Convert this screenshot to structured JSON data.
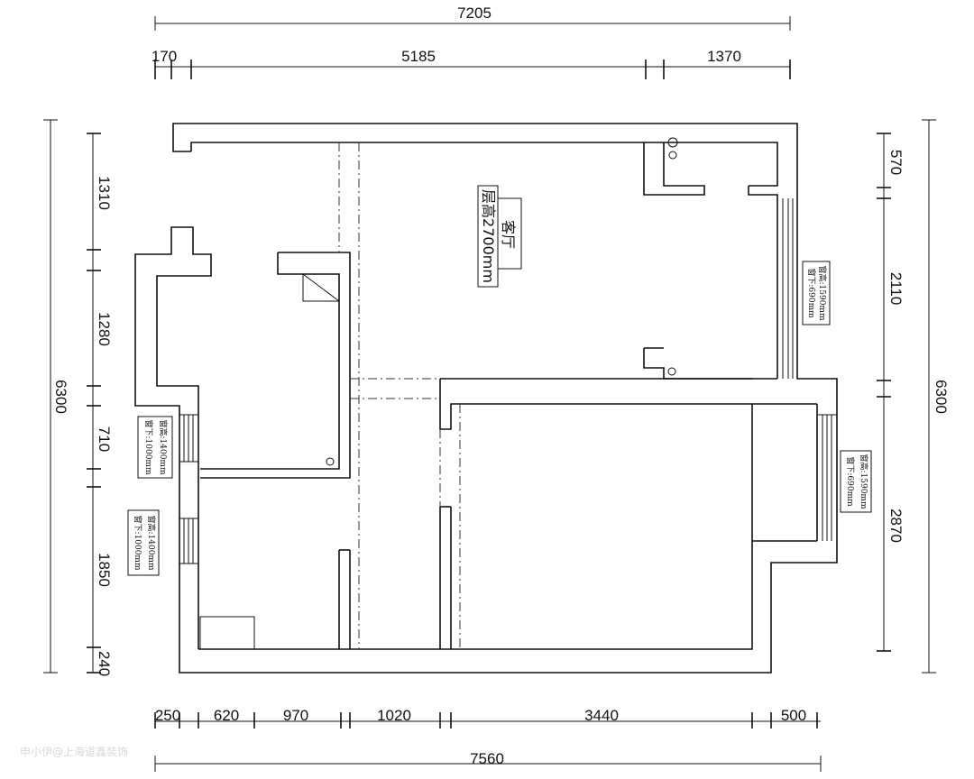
{
  "dimensions": {
    "top_total": "7205",
    "top_segments": [
      "170",
      "5185",
      "1370"
    ],
    "bottom_total": "7560",
    "bottom_segments": [
      "250",
      "620",
      "970",
      "1020",
      "3440",
      "500"
    ],
    "left_total": "6300",
    "left_segments": [
      "1310",
      "1280",
      "710",
      "1850",
      "240"
    ],
    "right_total": "6300",
    "right_segments": [
      "570",
      "2110",
      "2870"
    ]
  },
  "rooms": {
    "living_room_name": "客厅",
    "living_room_height": "层高2700mm"
  },
  "windows": {
    "right_upper": [
      "窗下:690mm",
      "窗高:1590mm"
    ],
    "left_upper": [
      "窗下:1000mm",
      "窗高:1400mm"
    ],
    "left_lower": [
      "窗下:1000mm",
      "窗高:1400mm"
    ],
    "right_lower": [
      "窗下:690mm",
      "窗高:1590mm"
    ]
  },
  "watermark": "申小伊@上海道鑫装饰"
}
